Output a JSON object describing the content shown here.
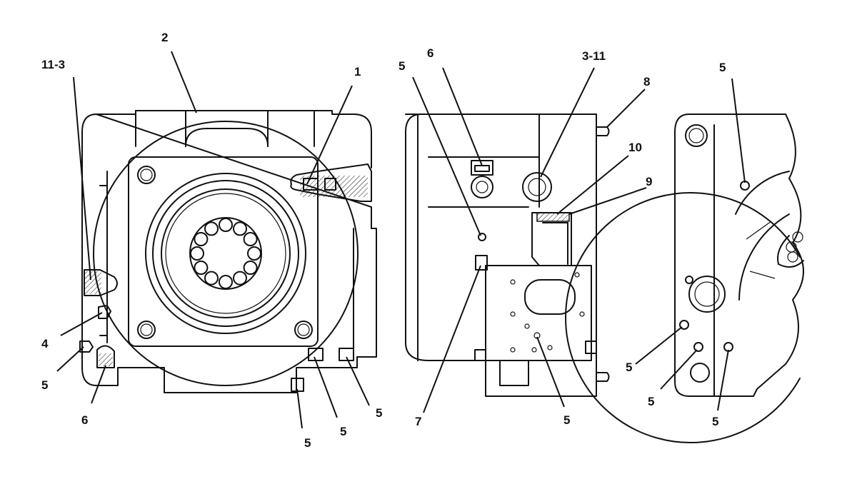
{
  "figure": {
    "callouts": {
      "c_2": "2",
      "c_11_3": "11-3",
      "c_1": "1",
      "c_4": "4",
      "c_5_left": "5",
      "c_6_left": "6",
      "c_5_b1": "5",
      "c_5_b2": "5",
      "c_5_b3": "5",
      "c_5_mid_top": "5",
      "c_6_mid": "6",
      "c_3_11": "3-11",
      "c_8": "8",
      "c_10": "10",
      "c_9": "9",
      "c_7": "7",
      "c_5_mid_bottom": "5",
      "c_5_right_top": "5",
      "c_5_right_1": "5",
      "c_5_right_2": "5",
      "c_5_right_3": "5"
    }
  }
}
